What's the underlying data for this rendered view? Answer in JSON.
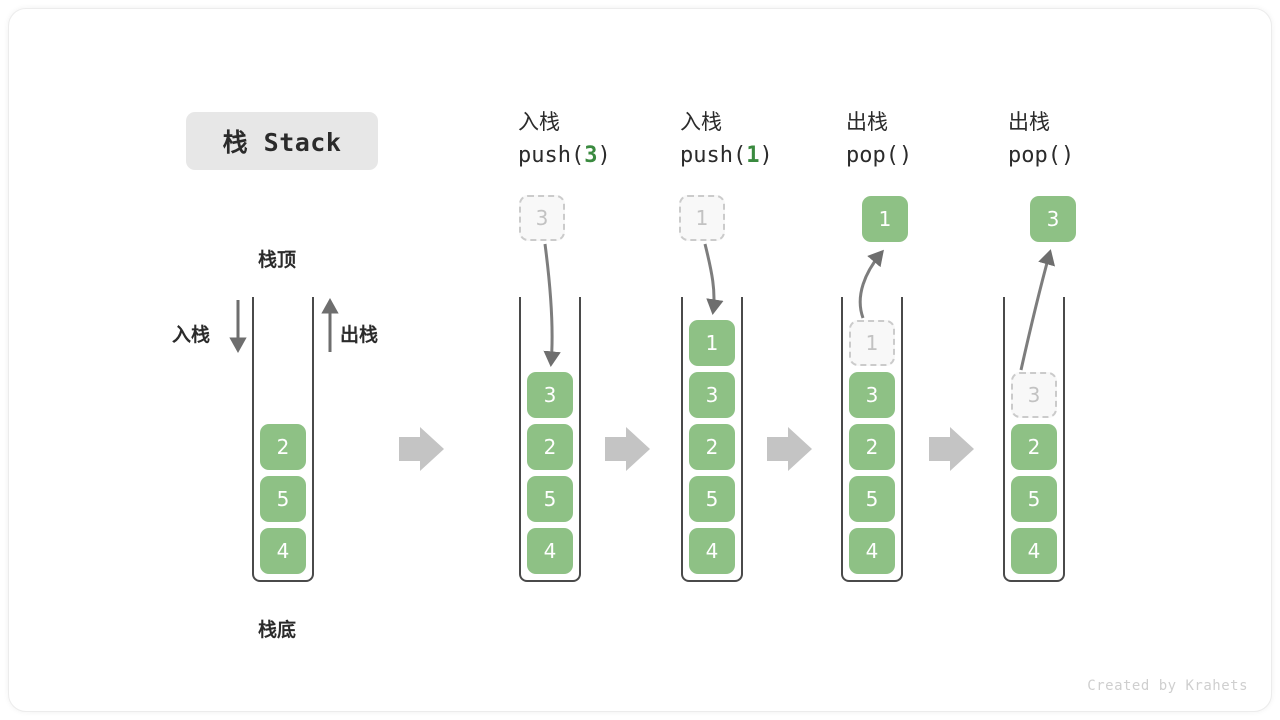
{
  "title": {
    "label": "栈 Stack"
  },
  "legend": {
    "top_label": "栈顶",
    "bottom_label": "栈底",
    "push_label": "入栈",
    "pop_label": "出栈"
  },
  "watermark": "Created by Krahets",
  "colors": {
    "element_green": "#8ec185",
    "arg_green": "#3a8a3f",
    "ghost_border": "#cbcbcb",
    "ghost_text": "#c2c2c2",
    "tube_stroke": "#4a4a4a",
    "flow_arrow": "#c4c4c4",
    "chip_bg": "#e7e7e7"
  },
  "steps": [
    {
      "id": "initial",
      "head_cjk": "",
      "head_code": "",
      "head_arg": "",
      "stack": [
        "2",
        "5",
        "4"
      ],
      "floating": null,
      "ghost_in_stack": null
    },
    {
      "id": "push-3",
      "head_cjk": "入栈",
      "head_code_prefix": "push(",
      "head_arg": "3",
      "head_code_suffix": ")",
      "stack": [
        "3",
        "2",
        "5",
        "4"
      ],
      "floating": {
        "value": "3",
        "style": "ghost"
      },
      "ghost_in_stack": null
    },
    {
      "id": "push-1",
      "head_cjk": "入栈",
      "head_code_prefix": "push(",
      "head_arg": "1",
      "head_code_suffix": ")",
      "stack": [
        "1",
        "3",
        "2",
        "5",
        "4"
      ],
      "floating": {
        "value": "1",
        "style": "ghost"
      },
      "ghost_in_stack": null
    },
    {
      "id": "pop-1",
      "head_cjk": "出栈",
      "head_code_prefix": "pop(",
      "head_arg": "",
      "head_code_suffix": ")",
      "stack": [
        "3",
        "2",
        "5",
        "4"
      ],
      "floating": {
        "value": "1",
        "style": "filled"
      },
      "ghost_in_stack": {
        "value": "1"
      }
    },
    {
      "id": "pop-3",
      "head_cjk": "出栈",
      "head_code_prefix": "pop(",
      "head_arg": "",
      "head_code_suffix": ")",
      "stack": [
        "2",
        "5",
        "4"
      ],
      "floating": {
        "value": "3",
        "style": "filled"
      },
      "ghost_in_stack": {
        "value": "3"
      }
    }
  ],
  "cells": {
    "s0": [
      "2",
      "5",
      "4"
    ],
    "s1": [
      "3",
      "2",
      "5",
      "4"
    ],
    "s2": [
      "1",
      "3",
      "2",
      "5",
      "4"
    ],
    "s3_ghost": "1",
    "s3": [
      "3",
      "2",
      "5",
      "4"
    ],
    "s4_ghost": "3",
    "s4": [
      "2",
      "5",
      "4"
    ],
    "float1": "3",
    "float2": "1",
    "float3": "1",
    "float4": "3"
  },
  "heads": {
    "h1_cjk": "入栈",
    "h1_pre": "push(",
    "h1_arg": "3",
    "h1_post": ")",
    "h2_cjk": "入栈",
    "h2_pre": "push(",
    "h2_arg": "1",
    "h2_post": ")",
    "h3_cjk": "出栈",
    "h3_pre": "pop(",
    "h3_arg": "",
    "h3_post": ")",
    "h4_cjk": "出栈",
    "h4_pre": "pop(",
    "h4_arg": "",
    "h4_post": ")"
  }
}
